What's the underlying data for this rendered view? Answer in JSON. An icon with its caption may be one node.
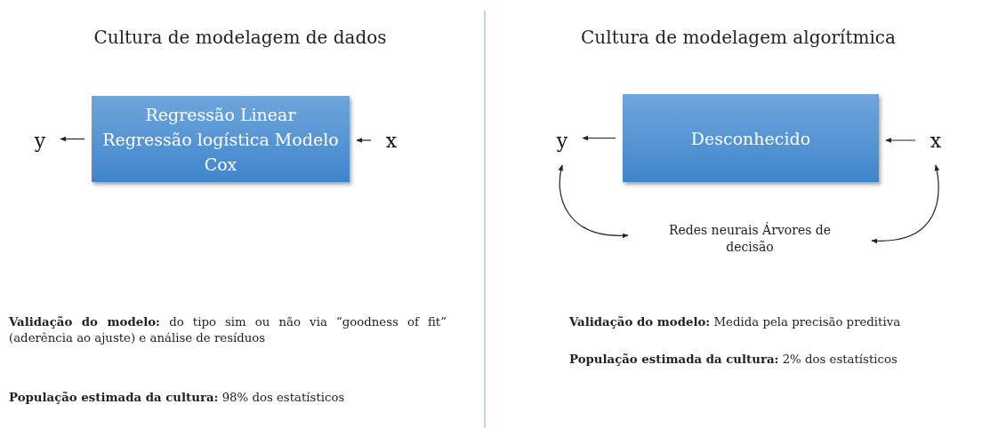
{
  "diagram": {
    "nodes": [
      {
        "text": [
          "y"
        ]
      },
      {
        "text": [
          "Regressão Linear Regressão logística Modelo Cox"
        ]
      },
      {
        "text": [
          "x"
        ]
      },
      {
        "text": [
          "y"
        ]
      },
      {
        "text": [
          "Desconhecido"
        ]
      },
      {
        "text": [
          "x"
        ]
      },
      {
        "text": [
          "Redes neurais Árvores de decisão"
        ]
      }
    ],
    "edges": [
      {
        "from": 1,
        "to": 0,
        "arrow": "to"
      },
      {
        "from": 2,
        "to": 1,
        "arrow": "to"
      },
      {
        "from": 4,
        "to": 3,
        "arrow": "to"
      },
      {
        "from": 5,
        "to": 4,
        "arrow": "to"
      },
      {
        "from": 6,
        "to": 3,
        "arrow": "both"
      },
      {
        "from": 6,
        "to": 5,
        "arrow": "both"
      }
    ],
    "labels": [
      "Cultura de modelagem de dados",
      "Cultura de modelagem algorítmica",
      "**Validação do modelo:** do tipo sim ou não via “goodness of fit” (aderência ao ajuste) e análise de resíduos",
      "**População estimada da cultura:** 98% dos estatísticos",
      "**Validação do modelo:** Medida pela precisão preditiva",
      "**População estimada da cultura:** 2% dos estatísticos"
    ]
  }
}
